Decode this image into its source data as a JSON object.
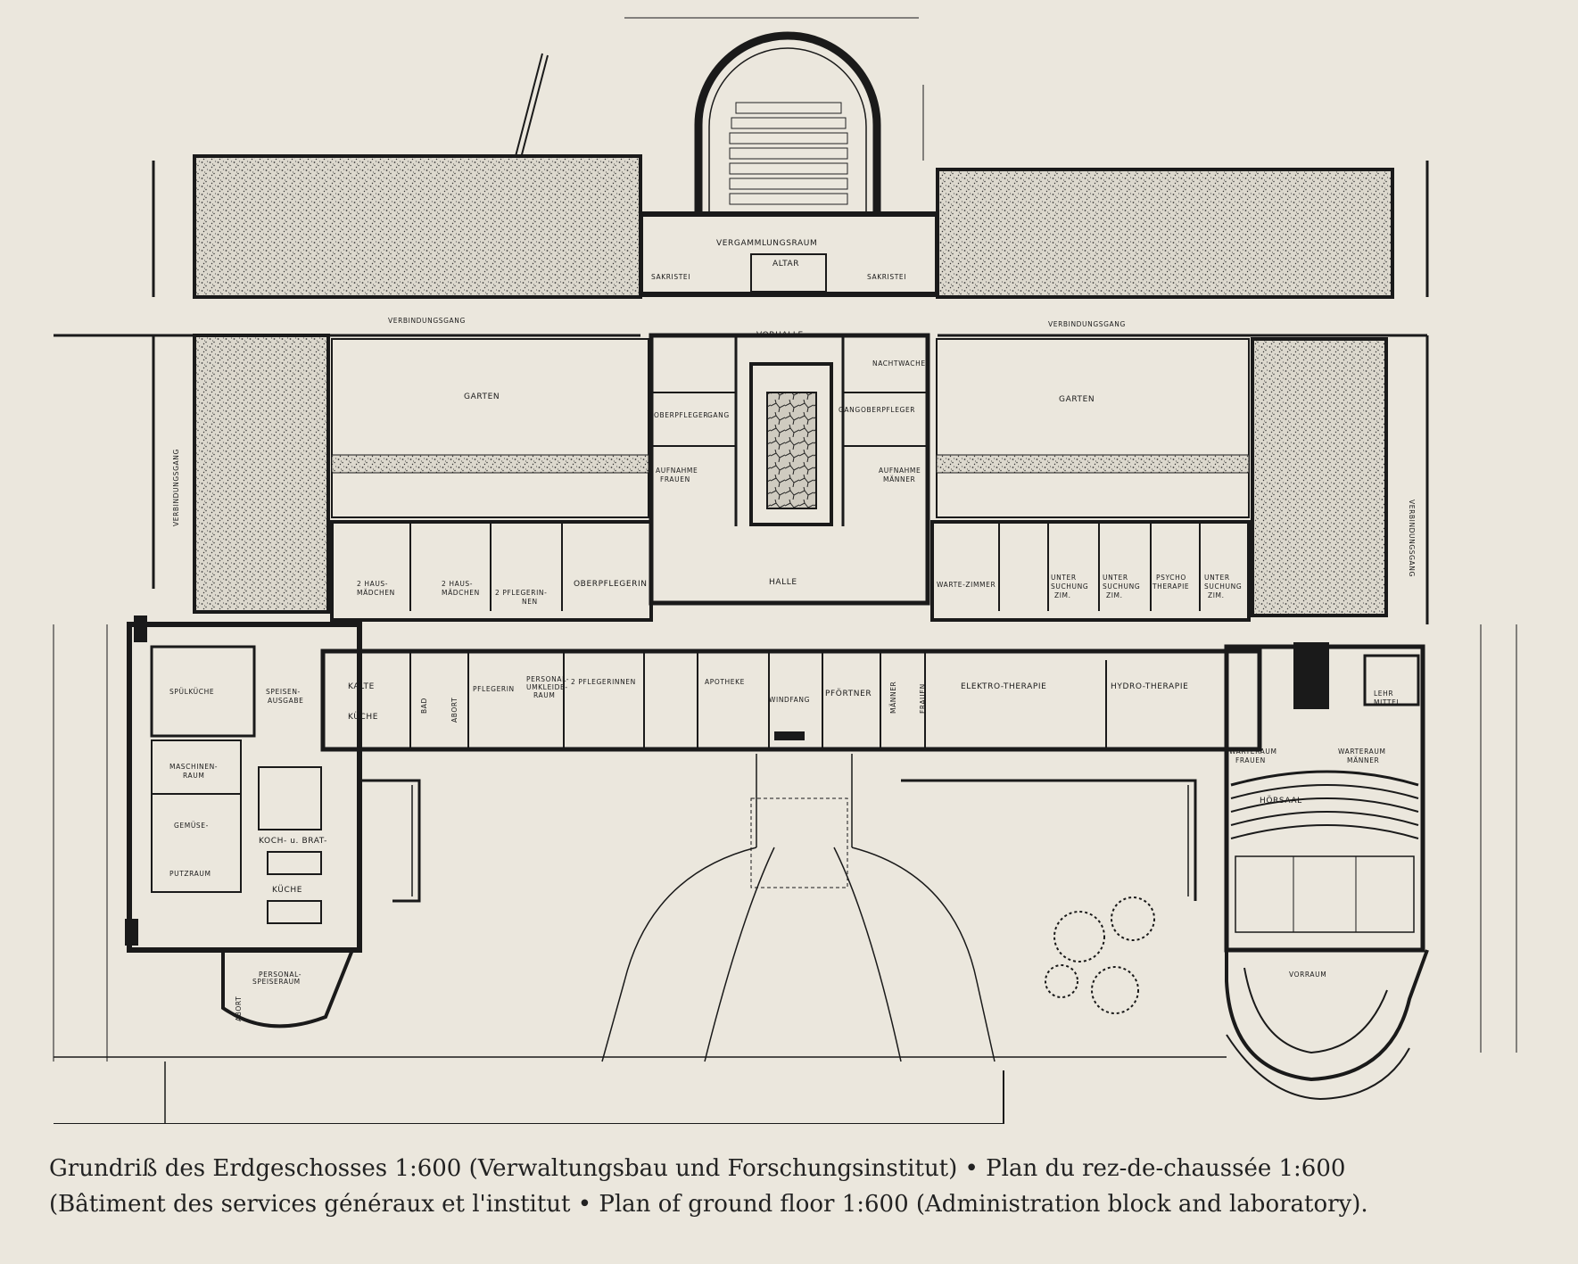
{
  "caption": {
    "line1": "Grundriß des Erdgeschosses 1:600 (Verwaltungsbau und Forschungsinstitut) • Plan du rez-de-chaussée 1:600",
    "line2": "(Bâtiment des services généraux et l'institut • Plan of ground floor 1:600 (Administration block and laboratory)."
  },
  "rooms": {
    "vergammlungsraum": "VERGAMMLUNGSRAUM",
    "altar": "ALTAR",
    "sakristei_left": "SAKRISTEI",
    "sakristei_right": "SAKRISTEI",
    "vorhalle": "VORHALLE",
    "verbindungsgang_left": "VERBINDUNGSGANG",
    "verbindungsgang_right": "VERBINDUNGSGANG",
    "verbindungsgang_side_left": "VERBINDUNGSGANG",
    "verbindungsgang_side_right": "VERBINDUNGSGANG",
    "garten_left": "GARTEN",
    "garten_right": "GARTEN",
    "oberpfleger_left": "OBERPFLEGER",
    "gang_left": "GANG",
    "gang_right": "GANG",
    "oberpfleger_right": "OBERPFLEGER",
    "nachtwache": "NACHTWACHE",
    "aufnahme_frauen": [
      "AUFNAHME",
      "FRAUEN"
    ],
    "aufnahme_maenner": [
      "AUFNAHME",
      "MÄNNER"
    ],
    "halle": "HALLE",
    "hausmaedchen_1": [
      "2 HAUS-",
      "MÄDCHEN"
    ],
    "hausmaedchen_2": [
      "2 HAUS-",
      "MÄDCHEN"
    ],
    "pflegerinnen_1": [
      "2 PFLEGERIN-",
      "NEN"
    ],
    "oberpflegerin": "OBERPFLEGERIN",
    "wartezimmer": "WARTE-ZIMMER",
    "untersuchung_1": [
      "UNTER",
      "SUCHUNG",
      "ZIM."
    ],
    "untersuchung_2": [
      "UNTER",
      "SUCHUNG",
      "ZIM."
    ],
    "psychotherapie": [
      "PSYCHO",
      "THERAPIE"
    ],
    "untersuchung_3": [
      "UNTER",
      "SUCHUNG",
      "ZIM."
    ],
    "spuelkueche": "SPÜLKÜCHE",
    "speisenausgabe": [
      "SPEISEN-",
      "AUSGABE"
    ],
    "kalte_kueche": [
      "KALTE",
      "KÜCHE"
    ],
    "bad": "BAD",
    "abort": "ABORT",
    "pflegerin": "PFLEGERIN",
    "personalumkleide": [
      "PERSONAL-",
      "UMKLEIDE-",
      "RAUM"
    ],
    "pflegerinnen_2": "2 PFLEGERINNEN",
    "apotheke": "APOTHEKE",
    "windfang": "WINDFANG",
    "pfoertner": "PFÖRTNER",
    "maenner": "MÄNNER",
    "frauen": "FRAUEN",
    "elektrotherapie": "ELEKTRO-THERAPIE",
    "hydrotherapie": "HYDRO-THERAPIE",
    "lehrmittel": [
      "LEHR",
      "MITTEL"
    ],
    "maschinenraum": [
      "MASCHINEN-",
      "RAUM"
    ],
    "gemuese": "GEMÜSE-",
    "putzraum": "PUTZRAUM",
    "koch_brat": "KOCH- u. BRAT-",
    "kueche": "KÜCHE",
    "personalspeiseraum": [
      "PERSONAL-",
      "SPEISERAUM"
    ],
    "abort_kitchen": "ABORT",
    "warteraum_frauen": [
      "WARTERAUM",
      "FRAUEN"
    ],
    "warteraum_maenner": [
      "WARTERAUM",
      "MÄNNER"
    ],
    "hoersaal": "HÖRSAAL",
    "vorraum": "VORRAUM"
  }
}
